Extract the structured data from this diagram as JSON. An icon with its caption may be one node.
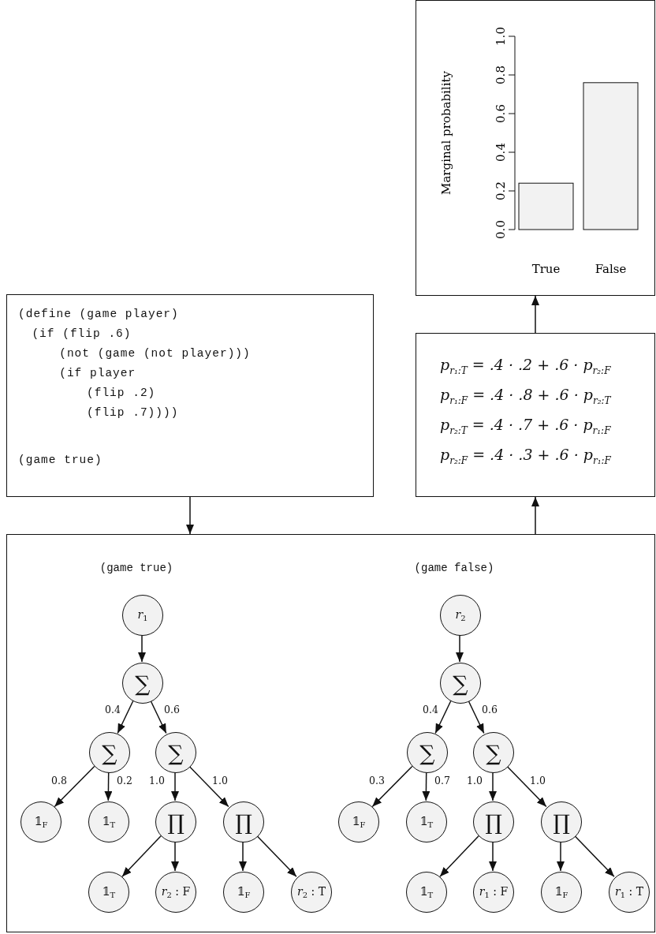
{
  "diagram": {
    "nodes": [
      {
        "text": [
          "(define (game player)",
          "(if (flip .6)",
          "(not (game (not player)))",
          "(if player",
          "(flip .2)",
          "(flip .7))))",
          "(game true)"
        ]
      },
      {
        "text": [],
        "shape": "box"
      },
      {
        "text": [
          "p$_{r₁:T}$ = .4 · .2 + .6 · p$_{r₂:F}$",
          "p$_{r₁:F}$ = .4 · .8 + .6 · p$_{r₂:T}$",
          "p$_{r₂:T}$ = .4 · .7 + .6 · p$_{r₁:F}$",
          "p$_{r₂:F}$ = .4 · .3 + .6 · p$_{r₁:F}$"
        ]
      },
      {
        "text": [
          "(game true)",
          "(game false)"
        ]
      },
      {
        "text": [
          "*r*$_{1}$"
        ],
        "in": 3
      },
      {
        "text": [
          "∑"
        ],
        "in": 3
      },
      {
        "text": [
          "∑"
        ],
        "in": 3
      },
      {
        "text": [
          "∑"
        ],
        "in": 3
      },
      {
        "text": [
          "𝟙$_{F}$"
        ],
        "in": 3
      },
      {
        "text": [
          "𝟙$_{T}$"
        ],
        "in": 3
      },
      {
        "text": [
          "∏"
        ],
        "in": 3
      },
      {
        "text": [
          "∏"
        ],
        "in": 3
      },
      {
        "text": [
          "𝟙$_{T}$"
        ],
        "in": 3
      },
      {
        "text": [
          "*r*$_{2}$ : F"
        ],
        "in": 3
      },
      {
        "text": [
          "𝟙$_{F}$"
        ],
        "in": 3
      },
      {
        "text": [
          "*r*$_{2}$ : T"
        ],
        "in": 3
      },
      {
        "text": [
          "*r*$_{2}$"
        ],
        "in": 3
      },
      {
        "text": [
          "∑"
        ],
        "in": 3
      },
      {
        "text": [
          "∑"
        ],
        "in": 3
      },
      {
        "text": [
          "∑"
        ],
        "in": 3
      },
      {
        "text": [
          "𝟙$_{F}$"
        ],
        "in": 3
      },
      {
        "text": [
          "𝟙$_{T}$"
        ],
        "in": 3
      },
      {
        "text": [
          "∏"
        ],
        "in": 3
      },
      {
        "text": [
          "∏"
        ],
        "in": 3
      },
      {
        "text": [
          "𝟙$_{T}$"
        ],
        "in": 3
      },
      {
        "text": [
          "*r*$_{1}$ : F"
        ],
        "in": 3
      },
      {
        "text": [
          "𝟙$_{F}$"
        ],
        "in": 3
      },
      {
        "text": [
          "*r*$_{1}$ : T"
        ],
        "in": 3
      }
    ],
    "edges": [
      {
        "from": 0,
        "to": 3,
        "arrow": "to"
      },
      {
        "from": 3,
        "to": 2,
        "arrow": "to"
      },
      {
        "from": 2,
        "to": 1,
        "arrow": "to"
      },
      {
        "from": 4,
        "to": 5,
        "arrow": "to"
      },
      {
        "from": 5,
        "to": 6,
        "arrow": "to",
        "label": "0.4"
      },
      {
        "from": 5,
        "to": 7,
        "arrow": "to",
        "label": "0.6"
      },
      {
        "from": 6,
        "to": 8,
        "arrow": "to",
        "label": "0.8"
      },
      {
        "from": 6,
        "to": 9,
        "arrow": "to",
        "label": "0.2"
      },
      {
        "from": 7,
        "to": 10,
        "arrow": "to",
        "label": "1.0"
      },
      {
        "from": 7,
        "to": 11,
        "arrow": "to",
        "label": "1.0"
      },
      {
        "from": 10,
        "to": 12,
        "arrow": "to"
      },
      {
        "from": 10,
        "to": 13,
        "arrow": "to"
      },
      {
        "from": 11,
        "to": 14,
        "arrow": "to"
      },
      {
        "from": 11,
        "to": 15,
        "arrow": "to"
      },
      {
        "from": 16,
        "to": 17,
        "arrow": "to"
      },
      {
        "from": 17,
        "to": 18,
        "arrow": "to",
        "label": "0.4"
      },
      {
        "from": 17,
        "to": 19,
        "arrow": "to",
        "label": "0.6"
      },
      {
        "from": 18,
        "to": 20,
        "arrow": "to",
        "label": "0.3"
      },
      {
        "from": 18,
        "to": 21,
        "arrow": "to",
        "label": "0.7"
      },
      {
        "from": 19,
        "to": 22,
        "arrow": "to",
        "label": "1.0"
      },
      {
        "from": 19,
        "to": 23,
        "arrow": "to",
        "label": "1.0"
      },
      {
        "from": 22,
        "to": 24,
        "arrow": "to"
      },
      {
        "from": 22,
        "to": 25,
        "arrow": "to"
      },
      {
        "from": 23,
        "to": 26,
        "arrow": "to"
      },
      {
        "from": 23,
        "to": 27,
        "arrow": "to"
      }
    ],
    "chart_data": {
      "type": "bar",
      "ylabel": "Marginal probability",
      "categories": [
        "True",
        "False"
      ],
      "values": [
        0.24,
        0.76
      ],
      "ylim": [
        0,
        1
      ],
      "yticks": [
        {
          "value": 0,
          "label": "0.0"
        },
        0.2,
        0.4,
        0.6,
        0.8,
        {
          "value": 1,
          "label": "1.0"
        }
      ]
    }
  }
}
